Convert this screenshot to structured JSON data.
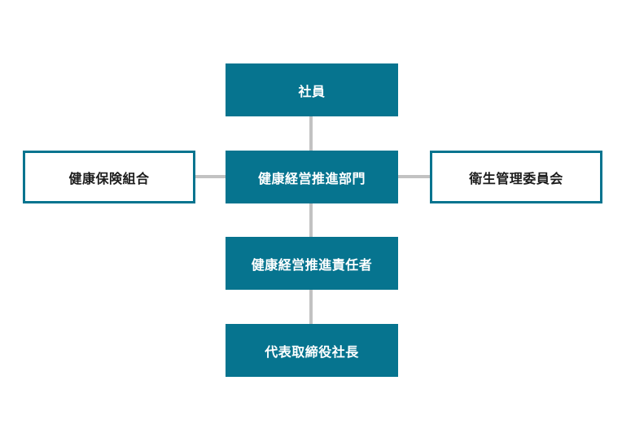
{
  "colors": {
    "primary": "#06748f",
    "connector": "#c2c2c2",
    "outline_text": "#1c1c1c"
  },
  "org": {
    "employees": "社員",
    "health_dept": "健康経営推進部門",
    "health_insurance": "健康保険組合",
    "safety_committee": "衛生管理委員会",
    "health_manager": "健康経営推進責任者",
    "ceo": "代表取締役社長"
  }
}
